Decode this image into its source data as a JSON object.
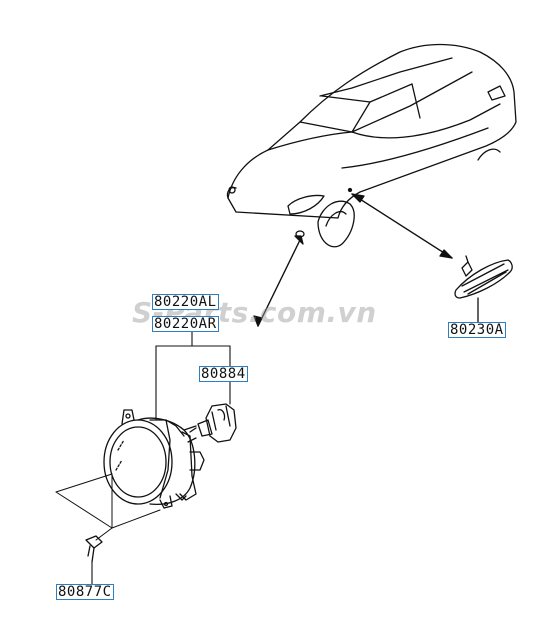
{
  "diagram": {
    "labels": {
      "fog_lamp_left": "80220AL",
      "fog_lamp_right": "80220AR",
      "bulb": "80884",
      "screw": "80877C",
      "side_marker": "80230A"
    },
    "watermark": "S-Parts.com.vn"
  }
}
